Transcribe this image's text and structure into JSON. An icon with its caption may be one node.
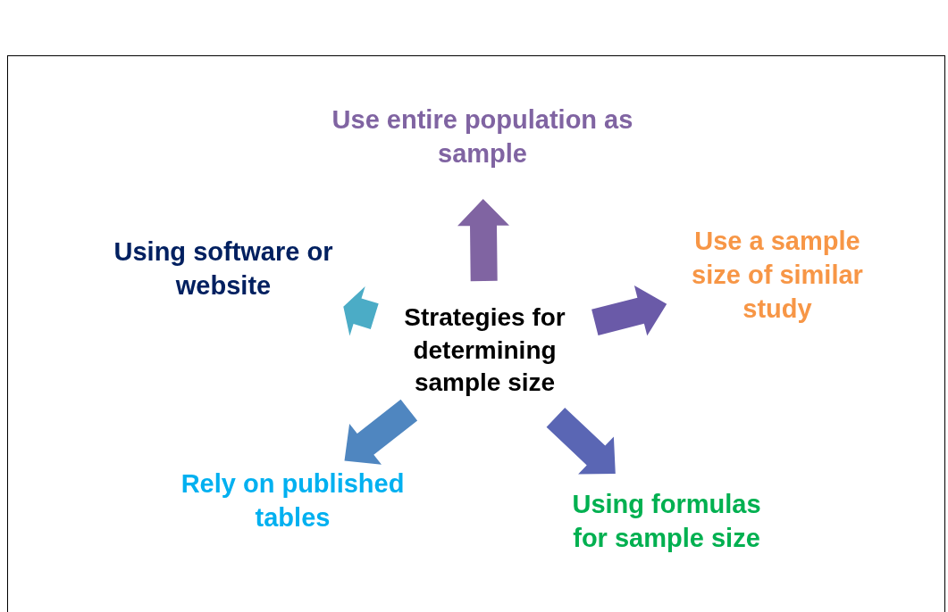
{
  "diagram": {
    "nodes": [
      {
        "text": [
          "Use entire population as sample"
        ]
      },
      {
        "text": [
          "Using software or website"
        ]
      },
      {
        "text": [
          "Use a sample size of similar study"
        ]
      },
      {
        "text": [
          "Strategies for determining sample size"
        ]
      },
      {
        "text": [
          "Rely on published tables"
        ]
      },
      {
        "text": [
          "Using formulas for sample size"
        ]
      }
    ],
    "edges": [
      {
        "from": 3,
        "to": 0,
        "arrow": "to",
        "style": "thick",
        "color": "#8064a2"
      },
      {
        "from": 3,
        "to": 2,
        "arrow": "to",
        "style": "thick",
        "color": "#6a5aa8"
      },
      {
        "from": 3,
        "to": 5,
        "arrow": "to",
        "style": "thick",
        "color": "#5a66b4"
      },
      {
        "from": 3,
        "to": 4,
        "arrow": "to",
        "style": "thick",
        "color": "#4f86c0"
      },
      {
        "from": 3,
        "to": 1,
        "arrow": "to",
        "style": "thick",
        "color": "#4bacc6"
      }
    ]
  }
}
